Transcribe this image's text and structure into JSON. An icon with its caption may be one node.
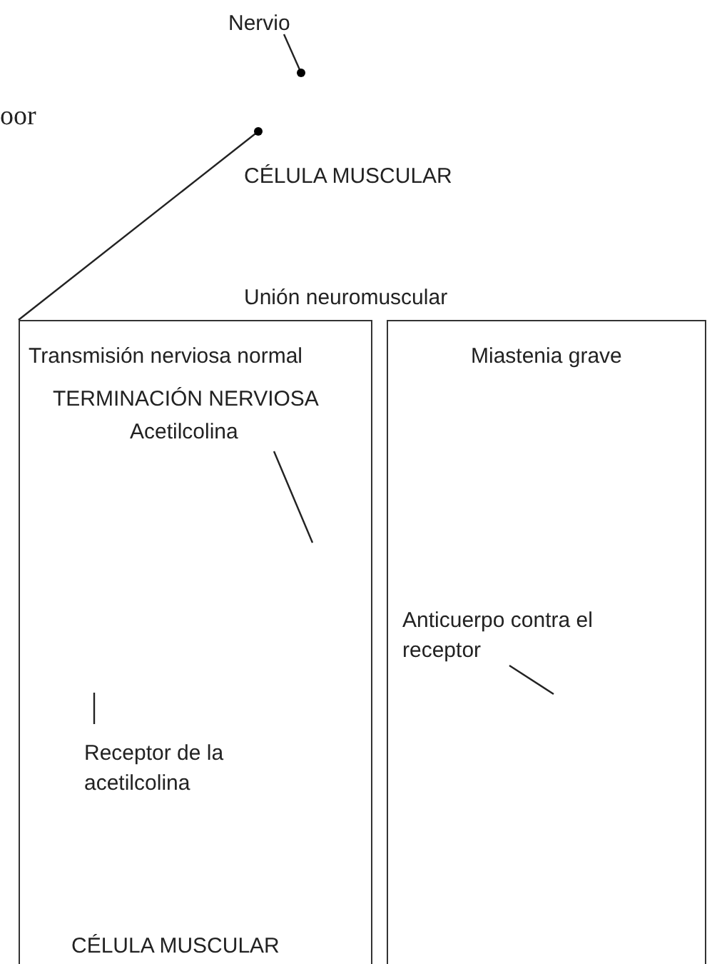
{
  "diagram": {
    "nodes": [
      {
        "text": [
          "Nervio"
        ]
      },
      {
        "text": [],
        "shape": "circle"
      },
      {
        "text": [],
        "shape": "circle"
      },
      {
        "text": [
          "Transmisión nerviosa normal",
          "TERMINACIÓN NERVIOSA",
          "CÉLULA MUSCULAR"
        ]
      },
      {
        "text": [
          "Miastenia grave"
        ]
      },
      {
        "text": [
          "Acetilcolina"
        ],
        "in": 3
      },
      {
        "text": [
          "Receptor de la acetilcolina"
        ],
        "in": 3
      },
      {
        "text": [
          "Anticuerpo contra el receptor"
        ],
        "in": 4
      }
    ],
    "edges": [
      {
        "from": 0,
        "to": 1,
        "arrow": "none"
      },
      {
        "from": 3,
        "to": 2,
        "arrow": "none"
      },
      {
        "from": 5,
        "to": null,
        "arrow": "none"
      },
      {
        "from": 6,
        "to": null,
        "arrow": "none"
      },
      {
        "from": 7,
        "to": null,
        "arrow": "none"
      }
    ],
    "labels": [
      "oor",
      "CÉLULA MUSCULAR",
      "Unión neuromuscular"
    ]
  }
}
